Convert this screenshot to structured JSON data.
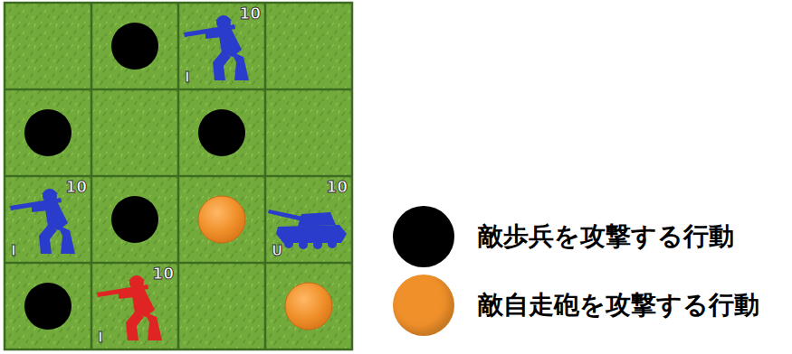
{
  "diagram": {
    "labels": [
      "10",
      "I",
      "10",
      "I",
      "10",
      "U",
      "10",
      "I"
    ],
    "legend": [
      {
        "text": "敵歩兵を攻撃する行動",
        "color": "#000000"
      },
      {
        "text": "敵自走砲を攻撃する行動",
        "color": "#f0902a"
      }
    ]
  }
}
